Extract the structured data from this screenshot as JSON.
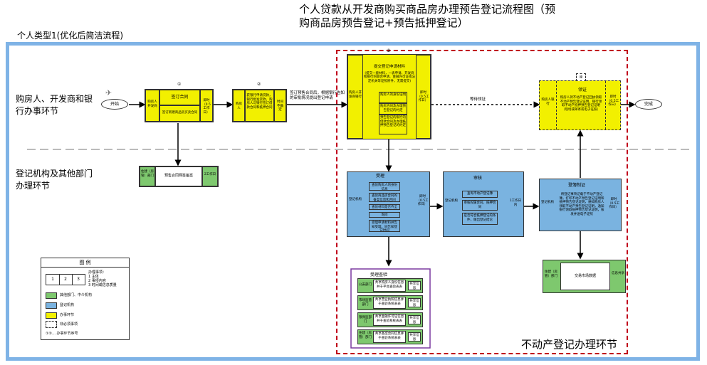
{
  "title": "个人贷款从开发商购买商品房办理预告登记流程图（预购商品房预告登记+预告抵押登记）",
  "flow_type": "个人类型1(优化后简洁流程)",
  "lanes": {
    "top": "购房人、开发商和银行办事环节",
    "bottom": "登记机构及其他部门办理环节"
  },
  "region_label": "不动产登记办理环节",
  "start": "开始",
  "end": "完成",
  "connectors": {
    "sign_text": "签订预售合同后，根据银行告知的审批情况提出登记申请",
    "wait_text": "等待领证"
  },
  "steps": {
    "s1": {
      "num": "①",
      "actor": "购房人开发商",
      "title": "签订合同",
      "body": "签订新建商品房买卖合同",
      "time": "即时（0.5工作日）"
    },
    "s2": {
      "num": "②",
      "actor": "购房人",
      "body": "获银行申请贷款，银行批准贷款，购房人与银行签订借款合同和抵押合同",
      "time": "时间不确定"
    },
    "s3": {
      "num": "③",
      "actor": "购房人开发商银行",
      "title": "提交登记申请材料",
      "intro": "(提交一套材料，一表申请、开发商和银行的联合申请、金融许可证或法定机关等证照原件，无需提交)",
      "items": [
        "购房人的身份证明",
        "购房合同及办理预告登记的约定",
        "预告登记的银行的借款合同及办理抵押预告登记的约定"
      ],
      "time": "即时（0.5工作日）"
    },
    "contract_record": {
      "org": "住建（房管）部门",
      "body": "预售合同网签备案",
      "time": "2工作日"
    },
    "accept": {
      "actor": "登记机构",
      "title": "受理",
      "items": [
        "查验购房人的身份信息",
        "查验商品房合同的备案信息和合同",
        "查验材料是否齐全",
        "询问",
        "受理申请材料并告知受理，同告知登记时间"
      ],
      "time": "即时（0.5工作日）"
    },
    "review": {
      "actor": "登记机构",
      "title": "审核",
      "items": [
        "查询不动产登记簿",
        "审核权属合同、抵押合同",
        "是否符合抵押登记的条件，做出登记结论"
      ],
      "time": "1工作日内"
    },
    "register": {
      "actor": "登记机构",
      "title": "登簿制证",
      "body": "将登记事项记载于不动产登记簿，打印不动产预告登记证明和抵押预告登记证明，通知购房人领取不动产预告登记证明，通知银行领取抵押预告登记证明，核发并送电子证照",
      "time": "即时（0.5工作日）"
    },
    "collect": {
      "num": "④",
      "actor": "购房人银行",
      "title": "领证",
      "body": "购房人持不动产登记回执领取不动产预告登记证明，银行领取不动产抵押预告登记证明（现场或邮寄或电子证照）",
      "time": "即时（0.5工作日）"
    },
    "share": {
      "org": "住建（房管）部门",
      "body": "交易市场数据",
      "tag": "信息共享"
    },
    "verify": {
      "title": "受理查验",
      "rows": [
        {
          "org": "公安部门",
          "body": "共享购房人身份信息并于平台查验表表",
          "tag": "共享信息"
        },
        {
          "org": "市场监管部门",
          "body": "共享营业执照信息并于查验系统表表",
          "tag": "共享信息"
        },
        {
          "org": "银保监部门",
          "body": "共享金融许可证信息并于查验系统表表",
          "tag": "共享信息"
        },
        {
          "org": "住建（房管）部门",
          "body": "共享备案合同信息并于查验系统表表",
          "tag": "共享信息"
        }
      ]
    }
  },
  "legend": {
    "title": "图 例",
    "cols": [
      "1",
      "2",
      "3"
    ],
    "matters_title": "办理事项：",
    "matters": [
      "1 主体",
      "2 事项内容",
      "3 时间或信息质量"
    ],
    "entries": [
      {
        "label": "其他部门、中介机构",
        "color": "#7ec86e"
      },
      {
        "label": "登记机构",
        "color": "#7ab3e0"
      },
      {
        "label": "办事环节",
        "color": "#f2f000"
      },
      {
        "label": "非必须事项"
      },
      {
        "label": "①②… 办事环节序号"
      }
    ]
  }
}
